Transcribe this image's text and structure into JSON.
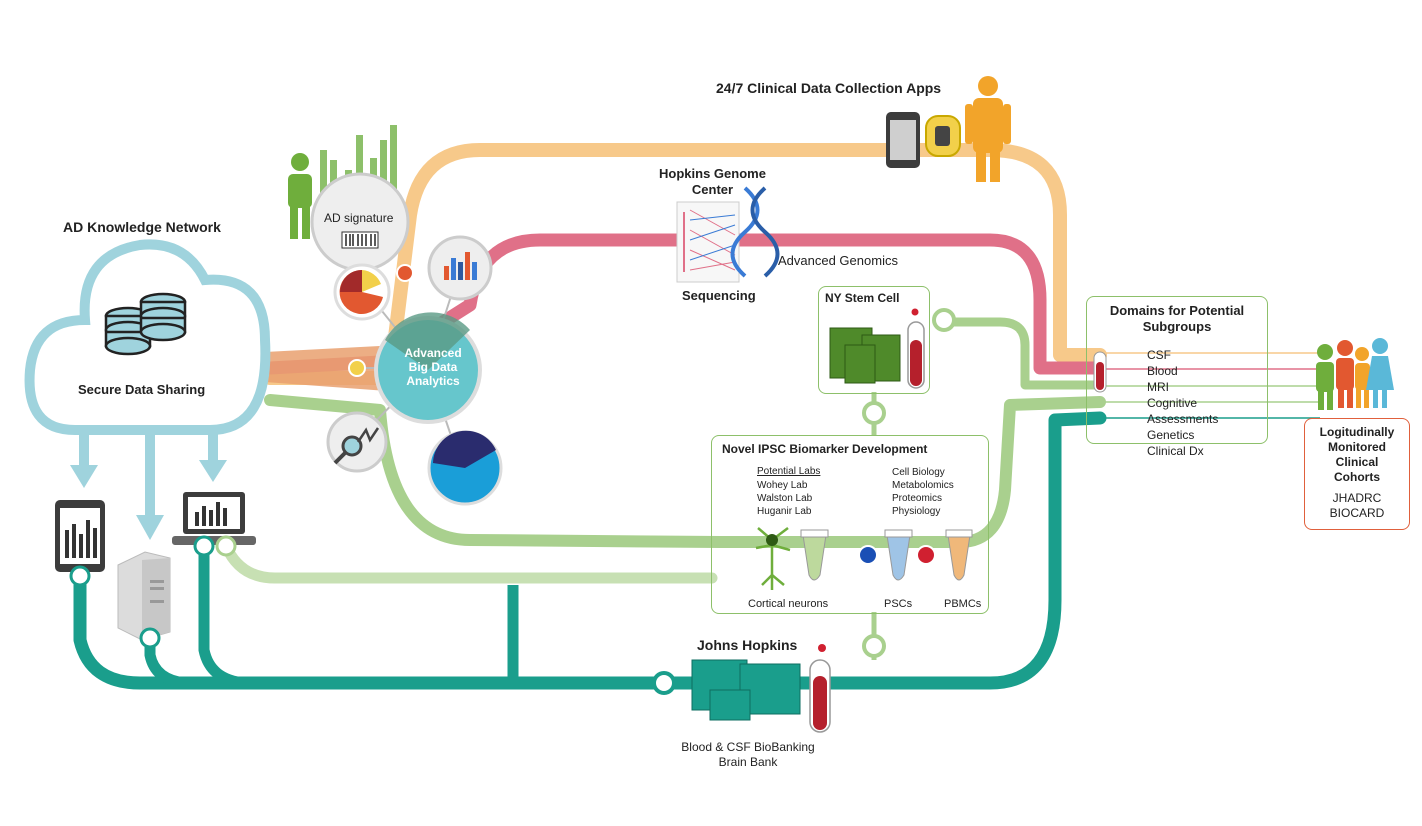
{
  "colors": {
    "orange": "#f7c98a",
    "pink": "#e07088",
    "green": "#a9d08e",
    "teal": "#1a9e8c",
    "cloud": "#9fd3dd",
    "dark_green": "#4f8a2a"
  },
  "titles": {
    "ad_network": "AD Knowledge Network",
    "secure_sharing": "Secure Data Sharing",
    "clinical_apps": "24/7 Clinical Data Collection Apps",
    "genome_center": "Hopkins Genome\nCenter",
    "sequencing": "Sequencing",
    "advanced_genomics": "Advanced Genomics",
    "ad_signature": "AD signature",
    "analytics": "Advanced\nBig Data\nAnalytics",
    "ny_stem_cell": "NY Stem Cell",
    "ipsc_title": "Novel IPSC Biomarker Development",
    "johns_hopkins": "Johns Hopkins",
    "biobank": "Blood & CSF BioBanking\nBrain Bank"
  },
  "domains": {
    "title": "Domains for Potential\nSubgroups",
    "items": [
      "CSF",
      "Blood",
      "MRI",
      "Cognitive Assessments",
      "Genetics",
      "Clinical Dx"
    ]
  },
  "cohorts": {
    "title": "Logitudinally\nMonitored\nClinical\nCohorts",
    "names": "JHADRC\nBIOCARD"
  },
  "ipsc": {
    "methods": [
      "Cell Biology",
      "Metabolomics",
      "Proteomics",
      "Physiology"
    ],
    "labs_header": "Potential Labs",
    "labs": [
      "Wohey Lab",
      "Walston Lab",
      "Huganir Lab"
    ],
    "cells": [
      "PBMCs",
      "PSCs",
      "Cortical neurons"
    ]
  },
  "icons": {
    "cloud": "cloud-icon",
    "database": "database-icon",
    "tablet": "tablet-icon",
    "server": "server-icon",
    "laptop": "laptop-icon",
    "phone": "phone-icon",
    "wearable": "wearable-icon",
    "doctor": "doctor-icon",
    "person": "person-icon",
    "dna": "dna-icon",
    "test_tube": "test-tube-icon",
    "hospital": "hospital-icon",
    "neuron": "neuron-icon",
    "family": "family-icon"
  }
}
